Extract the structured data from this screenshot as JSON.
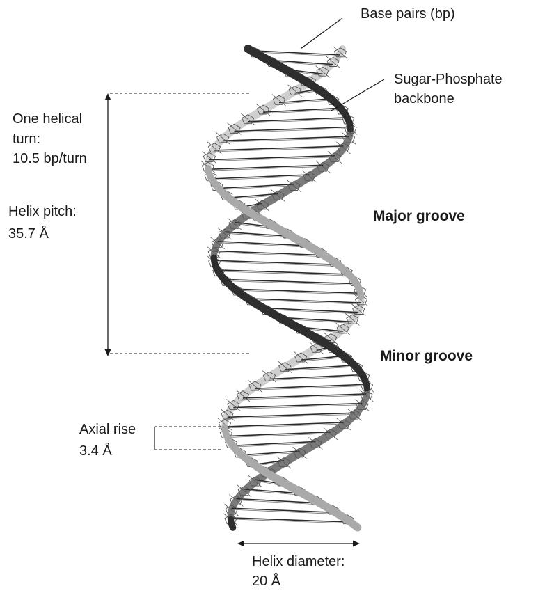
{
  "labels": {
    "base_pairs": "Base pairs (bp)",
    "backbone_line1": "Sugar-Phosphate",
    "backbone_line2": "backbone",
    "turn_line1": "One helical",
    "turn_line2": "turn:",
    "turn_line3": "10.5 bp/turn",
    "pitch_line1": "Helix pitch:",
    "pitch_line2": "35.7 Å",
    "major_groove": "Major groove",
    "minor_groove": "Minor groove",
    "rise_line1": "Axial rise",
    "rise_line2": "3.4 Å",
    "diameter_line1": "Helix diameter:",
    "diameter_line2": "20 Å"
  },
  "colors": {
    "strand_dark": "#3a3a3a",
    "strand_light": "#b8b8b8",
    "base_pair": "#2a2a2a",
    "stick": "#555555",
    "annotation": "#1a1a1a"
  }
}
